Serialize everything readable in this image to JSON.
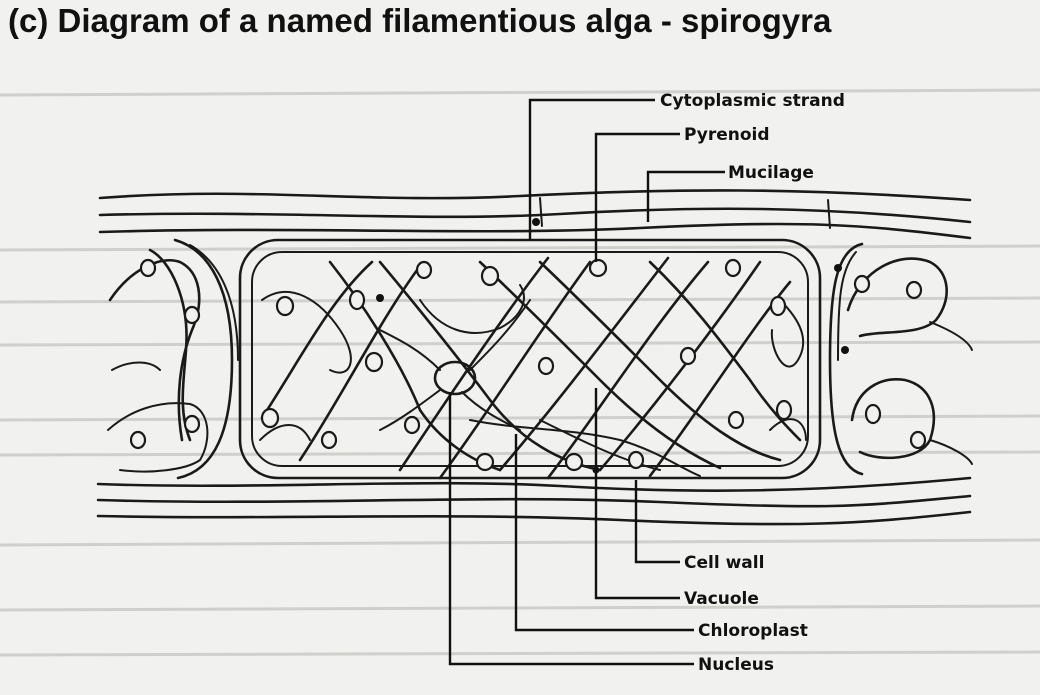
{
  "title": "(c)  Diagram of a named filamentious alga - spirogyra",
  "labels": {
    "cytoplasmic_strand": "Cytoplasmic strand",
    "pyrenoid": "Pyrenoid",
    "mucilage": "Mucilage",
    "cell_wall": "Cell wall",
    "vacuole": "Vacuole",
    "chloroplast": "Chloroplast",
    "nucleus": "Nucleus"
  }
}
